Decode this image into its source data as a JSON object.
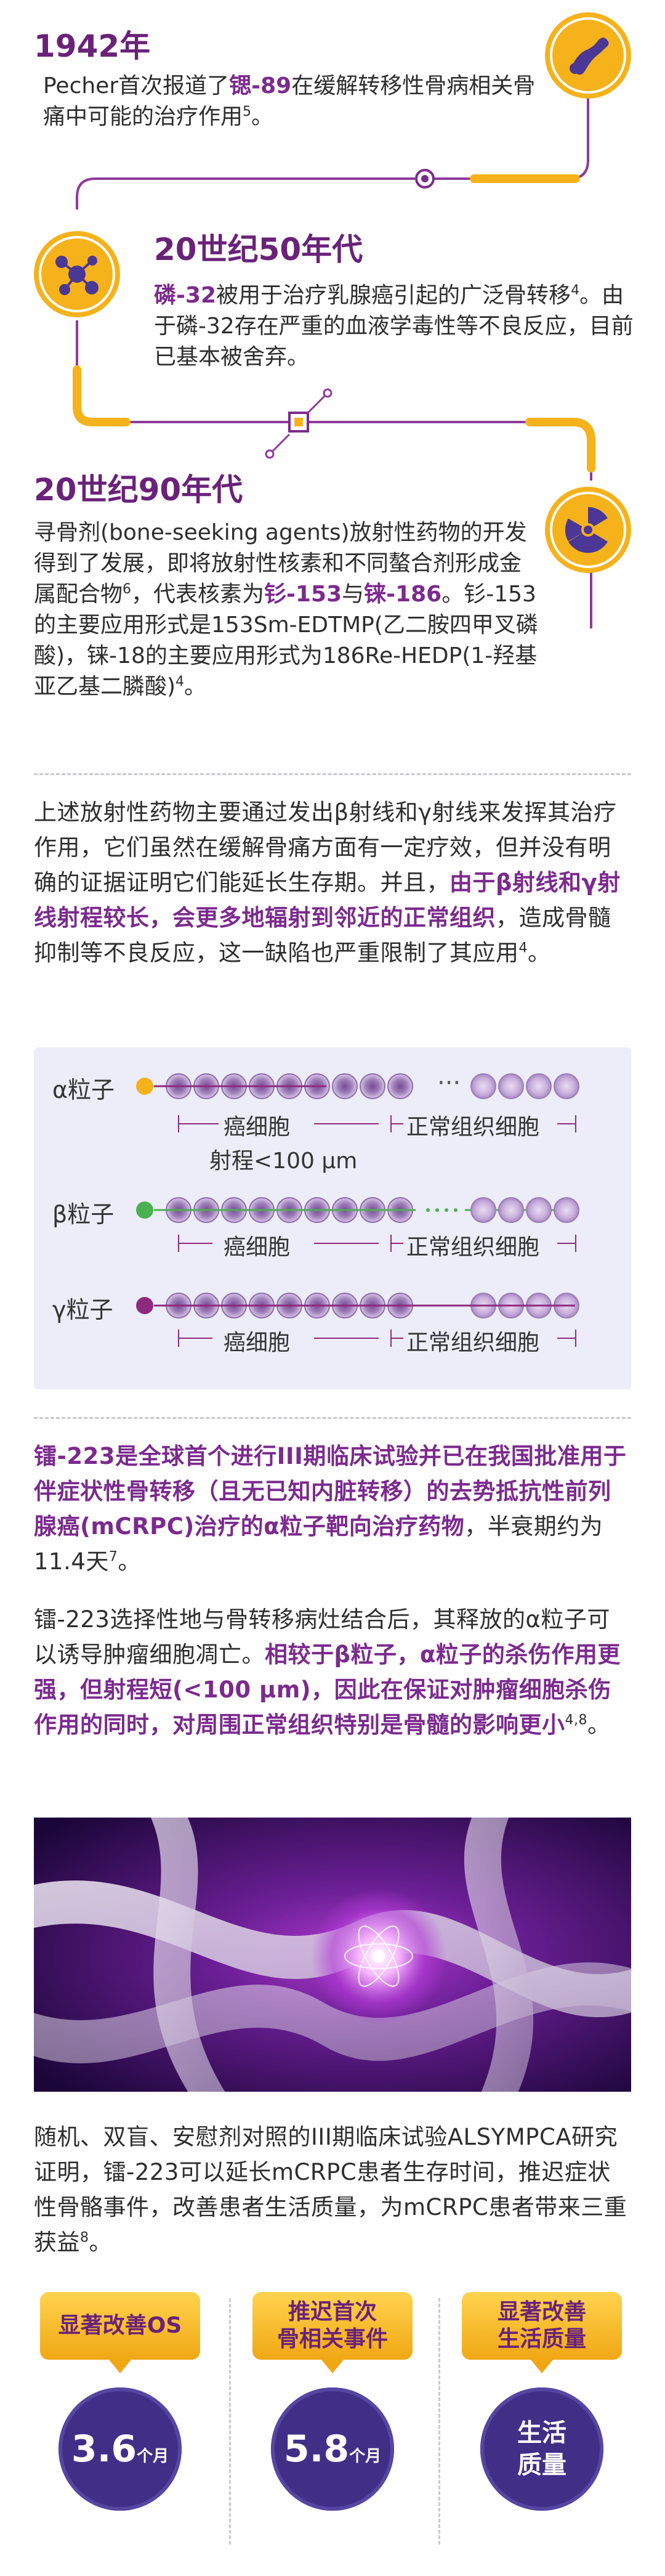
{
  "timeline": [
    {
      "year": "1942年",
      "text_parts": [
        "Pecher首次报道了",
        "锶-89",
        "在缓解转移性骨病相关骨痛中可能的治疗作用",
        "5",
        "。"
      ],
      "icon": "bone-icon"
    },
    {
      "year": "20世纪50年代",
      "text_parts": [
        "磷-32",
        "被用于治疗乳腺癌引起的广泛骨转移",
        "4",
        "。由于磷-32存在严重的血液学毒性等不良反应，目前已基本被舍弃。"
      ],
      "icon": "molecule-icon"
    },
    {
      "year": "20世纪90年代",
      "text_parts": [
        "寻骨剂(bone-seeking agents)放射性药物的开发得到了发展，即将放射性核素和不同螯合剂形成金属配合物",
        "6",
        "，代表核素为",
        "钐-153",
        "与",
        "铼-186",
        "。钐-153的主要应用形式是153Sm-EDTMP(乙二胺四甲叉磷酸)，铼-18的主要应用形式为186Re-HEDP(1-羟基亚乙基二膦酸)",
        "4",
        "。"
      ],
      "icon": "radiation-icon"
    }
  ],
  "paragraph1": {
    "parts": [
      "上述放射性药物主要通过发出β射线和γ射线来发挥其治疗作用，它们虽然在缓解骨痛方面有一定疗效，但并没有明确的证据证明它们能延长生存期。并且，",
      "由于β射线和γ射线射程较长，会更多地辐射到邻近的正常组织",
      "，造成骨髓抑制等不良反应，这一缺陷也严重限制了其应用",
      "4",
      "。"
    ]
  },
  "diagram": {
    "rows": [
      {
        "label": "α粒子",
        "dot_color": "#f5b21b",
        "cells_tumor": "癌细胞",
        "cells_normal": "正常组织细胞",
        "range": "射程<100 μm"
      },
      {
        "label": "β粒子",
        "dot_color": "#4caf50",
        "cells_tumor": "癌细胞",
        "cells_normal": "正常组织细胞"
      },
      {
        "label": "γ粒子",
        "dot_color": "#8e2a7e",
        "cells_tumor": "癌细胞",
        "cells_normal": "正常组织细胞"
      }
    ],
    "ellipsis": "···"
  },
  "paragraph2": {
    "parts": [
      "镭-223是全球首个进行III期临床试验并已在我国批准用于伴症状性骨转移（且无已知内脏转移）的去势抵抗性前列腺癌(mCRPC)治疗的α粒子靶向治疗药物",
      "，半衰期约为11.4天",
      "7",
      "。"
    ]
  },
  "paragraph3": {
    "parts": [
      "镭-223选择性地与骨转移病灶结合后，其释放的α粒子可以诱导肿瘤细胞凋亡。",
      "相较于β粒子，α粒子的杀伤作用更强，但射程短(<100 μm)，因此在保证对肿瘤细胞杀伤作用的同时，对周围正常组织特别是骨髓的影响更小",
      "4,8",
      "。"
    ]
  },
  "paragraph4": {
    "text": "随机、双盲、安慰剂对照的III期临床试验ALSYMPCA研究证明，镭-223可以延长mCRPC患者生存时间，推迟症状性骨骼事件，改善患者生活质量，为mCRPC患者带来三重获益",
    "ref": "8",
    "end": "。"
  },
  "stats": [
    {
      "tag": "显著改善OS",
      "value": "3.6",
      "unit": "个月"
    },
    {
      "tag_line1": "推迟首次",
      "tag_line2": "骨相关事件",
      "value": "5.8",
      "unit": "个月"
    },
    {
      "tag_line1": "显著改善",
      "tag_line2": "生活质量",
      "text_line1": "生活",
      "text_line2": "质量"
    }
  ],
  "colors": {
    "purple": "#6a2279",
    "accent": "#f5b21b",
    "navy": "#3f2f86",
    "diagram_bg": "#ecedf8"
  }
}
